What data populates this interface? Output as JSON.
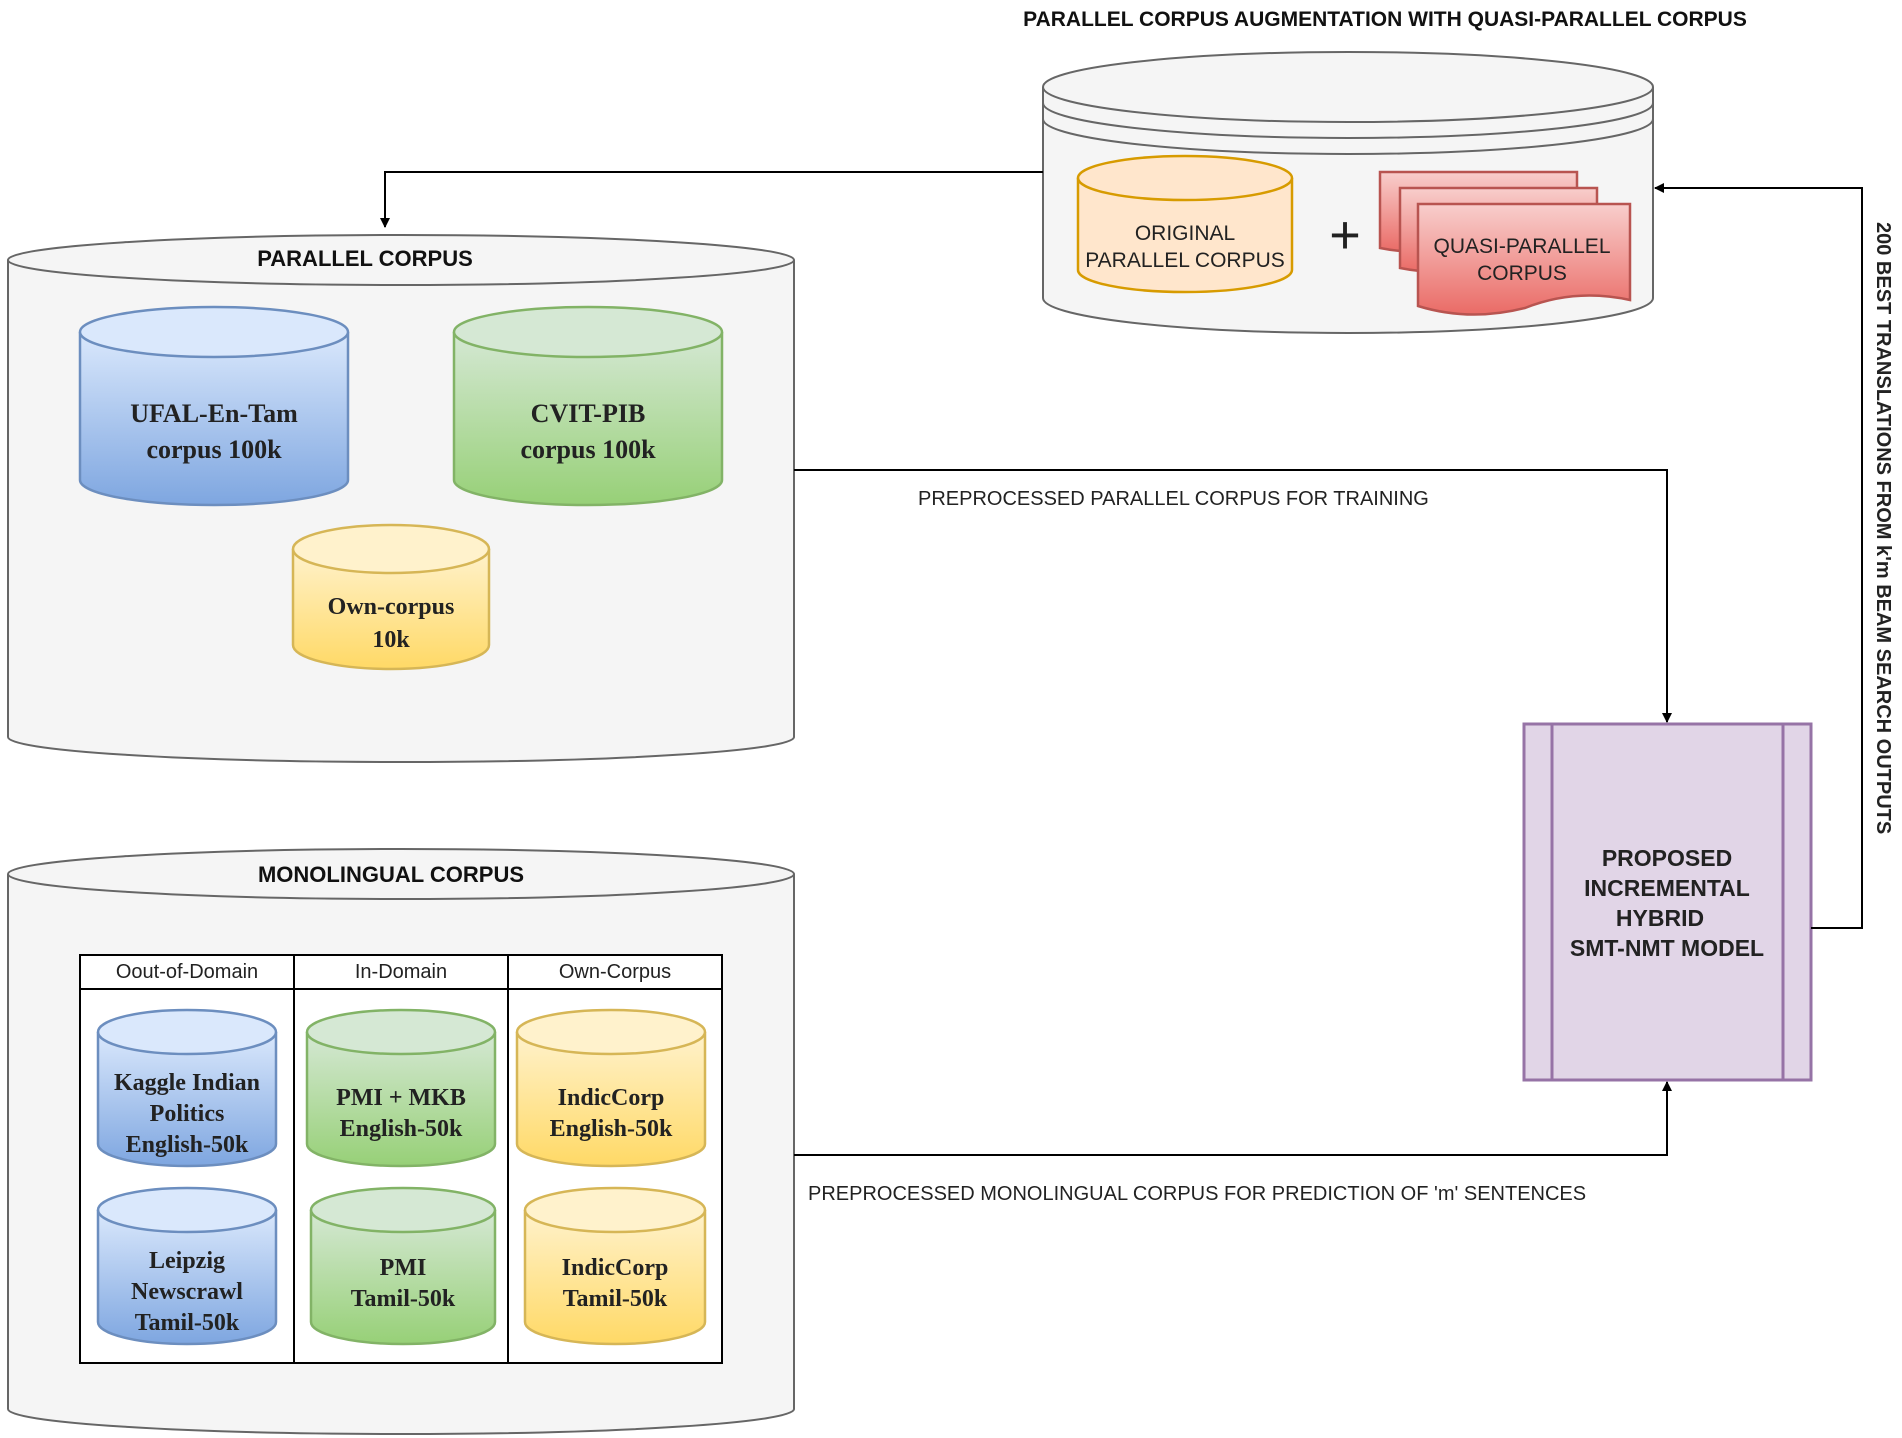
{
  "augmentation": {
    "title": "PARALLEL CORPUS AUGMENTATION WITH QUASI-PARALLEL CORPUS",
    "original_line1": "ORIGINAL",
    "original_line2": "PARALLEL CORPUS",
    "plus": "+",
    "quasi_line1": "QUASI-PARALLEL",
    "quasi_line2": "CORPUS"
  },
  "parallel": {
    "title": "PARALLEL CORPUS",
    "corpora": [
      {
        "line1": "UFAL-En-Tam",
        "line2": "corpus 100k",
        "color": "blue"
      },
      {
        "line1": "CVIT-PIB",
        "line2": "corpus 100k",
        "color": "green"
      },
      {
        "line1": "Own-corpus",
        "line2": "10k",
        "color": "yellow"
      }
    ]
  },
  "monolingual": {
    "title": "MONOLINGUAL  CORPUS",
    "headers": [
      "Oout-of-Domain",
      "In-Domain",
      "Own-Corpus"
    ],
    "cells": [
      {
        "lines": [
          "Kaggle Indian",
          "Politics",
          "English-50k"
        ],
        "color": "blue"
      },
      {
        "lines": [
          "PMI + MKB",
          "English-50k"
        ],
        "color": "green"
      },
      {
        "lines": [
          "IndicCorp",
          "English-50k"
        ],
        "color": "yellow"
      },
      {
        "lines": [
          "Leipzig",
          "Newscrawl",
          "Tamil-50k"
        ],
        "color": "blue"
      },
      {
        "lines": [
          "PMI",
          "Tamil-50k"
        ],
        "color": "green"
      },
      {
        "lines": [
          "IndicCorp",
          "Tamil-50k"
        ],
        "color": "yellow"
      }
    ]
  },
  "model": {
    "lines": [
      "PROPOSED",
      "INCREMENTAL",
      "HYBRID",
      "SMT-NMT MODEL"
    ]
  },
  "edges": {
    "training": "PREPROCESSED PARALLEL CORPUS FOR TRAINING",
    "prediction": "PREPROCESSED MONOLINGUAL CORPUS FOR PREDICTION OF 'm' SENTENCES",
    "feedback": "200 BEST TRANSLATIONS FROM k'm BEAM SEARCH OUTPUTS"
  },
  "colors": {
    "blue": "#7ea6e0",
    "green": "#97d077",
    "yellow": "#ffd966",
    "orange": "#ffe6cc",
    "red": "#f19c99",
    "purple": "#e1d5e7",
    "container": "#f5f5f5"
  }
}
